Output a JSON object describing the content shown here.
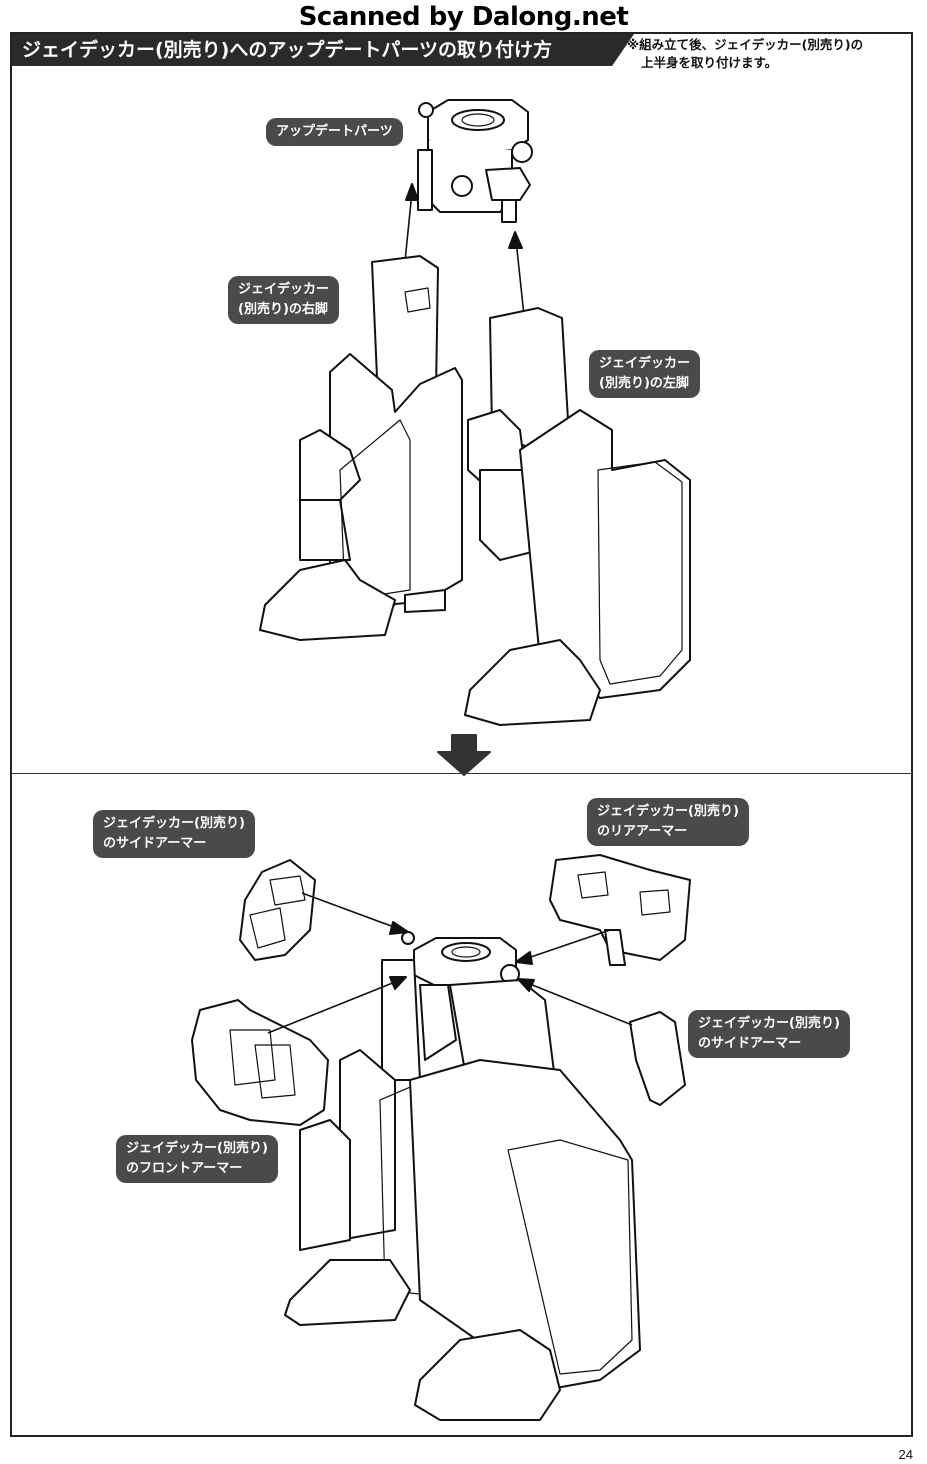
{
  "watermark": "Scanned by Dalong.net",
  "header": {
    "title": "ジェイデッカー(別売り)へのアップデートパーツの取り付け方",
    "note_line1": "※組み立て後、ジェイデッカー(別売り)の",
    "note_line2": "上半身を取り付けます。"
  },
  "top_section": {
    "labels": {
      "update_parts": "アップデートパーツ",
      "right_leg_1": "ジェイデッカー",
      "right_leg_2": "(別売り)の右脚",
      "left_leg_1": "ジェイデッカー",
      "left_leg_2": "(別売り)の左脚"
    }
  },
  "bottom_section": {
    "labels": {
      "side_armor_left_1": "ジェイデッカー(別売り)",
      "side_armor_left_2": "のサイドアーマー",
      "rear_armor_1": "ジェイデッカー(別売り)",
      "rear_armor_2": "のリアアーマー",
      "side_armor_right_1": "ジェイデッカー(別売り)",
      "side_armor_right_2": "のサイドアーマー",
      "front_armor_1": "ジェイデッカー(別売り)",
      "front_armor_2": "のフロントアーマー"
    }
  },
  "page_number": "24",
  "colors": {
    "title_bg": "#2a2a2a",
    "label_bg": "#4a4a4a",
    "line": "#111111"
  }
}
